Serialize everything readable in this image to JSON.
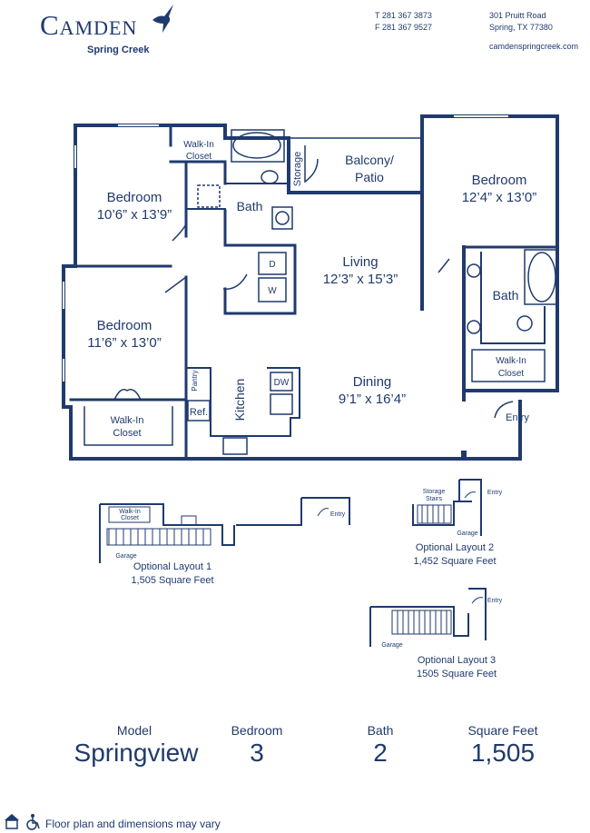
{
  "brand": {
    "name": "Camden",
    "community": "Spring Creek"
  },
  "contact": {
    "phone": "T 281 367 3873",
    "fax": "F 281 367 9527",
    "address_line1": "301 Pruitt Road",
    "address_line2": "Spring, TX 77380",
    "website": "camdenspringcreek.com"
  },
  "rooms": {
    "bedroom1_name": "Bedroom",
    "bedroom1_dim": "10’6” x 13’9”",
    "bedroom2_name": "Bedroom",
    "bedroom2_dim": "11’6” x 13’0”",
    "bedroom3_name": "Bedroom",
    "bedroom3_dim": "12’4” x 13’0”",
    "living_name": "Living",
    "living_dim": "12’3” x 15’3”",
    "dining_name": "Dining",
    "dining_dim": "9’1” x 16’4”",
    "balcony_line1": "Balcony/",
    "balcony_line2": "Patio",
    "bath1": "Bath",
    "bath2": "Bath",
    "walkin1_line1": "Walk-In",
    "walkin1_line2": "Closet",
    "walkin2_line1": "Walk-In",
    "walkin2_line2": "Closet",
    "walkin3_line1": "Walk-In",
    "walkin3_line2": "Closet",
    "storage": "Storage",
    "kitchen": "Kitchen",
    "pantry": "Pantry",
    "ref": "Ref.",
    "dw": "DW",
    "dryer": "D",
    "washer": "W",
    "entry": "Entry"
  },
  "optional": {
    "layout1": {
      "walkin_line1": "Walk-In",
      "walkin_line2": "Closet",
      "garage": "Garage",
      "entry": "Entry",
      "caption1": "Optional Layout 1",
      "caption2": "1,505 Square Feet"
    },
    "layout2": {
      "storage": "Storage",
      "stairs": "Stairs",
      "garage": "Garage",
      "entry": "Entry",
      "caption1": "Optional Layout 2",
      "caption2": "1,452 Square Feet"
    },
    "layout3": {
      "garage": "Garage",
      "entry": "Entry",
      "caption1": "Optional Layout 3",
      "caption2": "1505 Square Feet"
    }
  },
  "summary": {
    "model_label": "Model",
    "model_value": "Springview",
    "bedroom_label": "Bedroom",
    "bedroom_value": "3",
    "bath_label": "Bath",
    "bath_value": "2",
    "sqft_label": "Square Feet",
    "sqft_value": "1,505"
  },
  "footer": {
    "disclaimer": "Floor plan and dimensions may vary"
  },
  "colors": {
    "ink": "#1f3a6e"
  }
}
